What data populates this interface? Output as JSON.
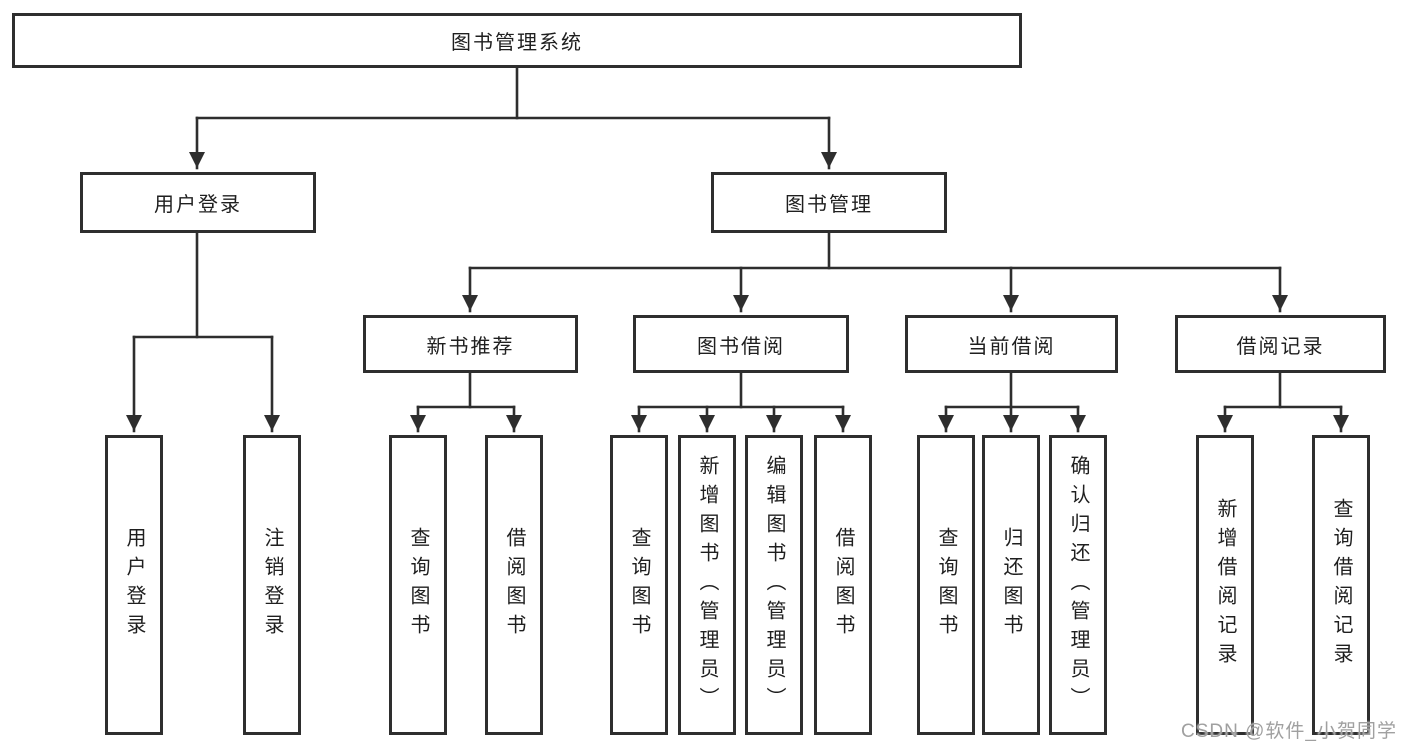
{
  "root": {
    "label": "图书管理系统"
  },
  "branches": {
    "user_login": {
      "label": "用户登录",
      "children": [
        "用户登录",
        "注销登录"
      ]
    },
    "book_management": {
      "label": "图书管理"
    }
  },
  "modules": [
    {
      "label": "新书推荐",
      "children": [
        "查询图书",
        "借阅图书"
      ]
    },
    {
      "label": "图书借阅",
      "children": [
        "查询图书",
        "新增图书（管理员）",
        "编辑图书（管理员）",
        "借阅图书"
      ]
    },
    {
      "label": "当前借阅",
      "children": [
        "查询图书",
        "归还图书",
        "确认归还（管理员）"
      ]
    },
    {
      "label": "借阅记录",
      "children": [
        "新增借阅记录",
        "查询借阅记录"
      ]
    }
  ],
  "watermark": "CSDN @软件_小贺同学",
  "colors": {
    "line": "#2e2e2e",
    "text": "#1f1f1f",
    "watermark": "#a0a0a0",
    "background": "#ffffff"
  }
}
